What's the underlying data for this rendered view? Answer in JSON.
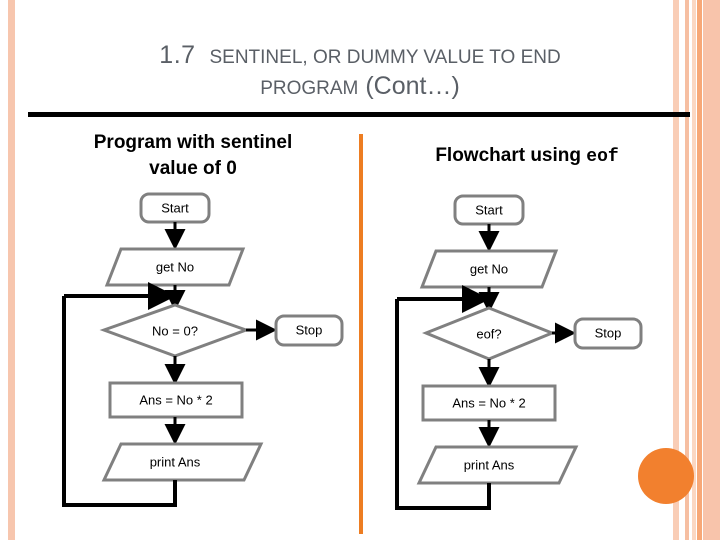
{
  "slide": {
    "title": {
      "number": "1.7",
      "main_caps": "Sentinel, or dummy value to end",
      "second_caps": "program",
      "cont": "(Cont…)"
    },
    "accent_color": "#ed7d22",
    "title_color": "#5a5f66",
    "shape_border_color": "#808080",
    "stripe_color": "#f7c6ae",
    "deco_circle_color": "#f2802e"
  },
  "left_panel": {
    "heading_line1": "Program with sentinel",
    "heading_line2": "value of 0",
    "nodes": {
      "start": "Start",
      "input": "get  No",
      "decision": "No = 0?",
      "terminal": "Stop",
      "process": "Ans = No * 2",
      "output": "print Ans"
    }
  },
  "right_panel": {
    "heading_text": "Flowchart using",
    "heading_mono": "eof",
    "nodes": {
      "start": "Start",
      "input": "get  No",
      "decision": "eof?",
      "terminal": "Stop",
      "process": "Ans = No * 2",
      "output": "print Ans"
    }
  }
}
